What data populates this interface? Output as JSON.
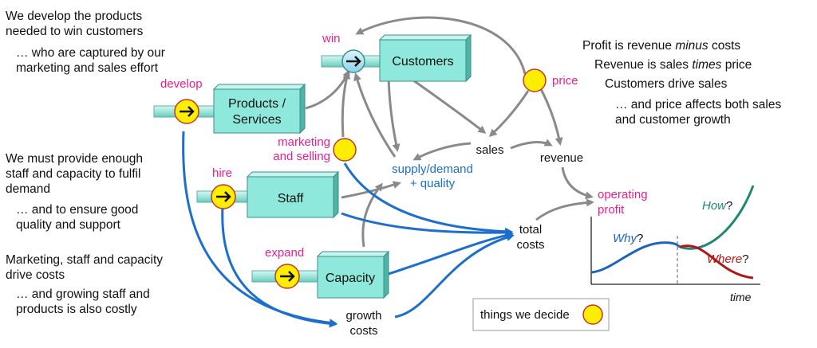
{
  "notes_left": {
    "n1": [
      "We develop the products",
      "needed to win customers"
    ],
    "n2": [
      "… who are captured by our",
      "marketing and sales effort"
    ],
    "n3": [
      "We must provide enough",
      "staff and capacity to fulfil",
      "demand"
    ],
    "n4": [
      "… and to ensure good",
      "quality and support"
    ],
    "n5": [
      "Marketing, staff and capacity",
      "drive costs"
    ],
    "n6": [
      "… and growing staff and",
      "products is also costly"
    ]
  },
  "notes_right": {
    "r1": {
      "pre": "Profit is revenue ",
      "em": "minus",
      "post": " costs"
    },
    "r2": {
      "pre": "Revenue is sales ",
      "em": "times",
      "post": " price"
    },
    "r3": {
      "pre": "Customers drive sales",
      "em": "",
      "post": ""
    },
    "r4": [
      "… and price affects both sales",
      "and customer growth"
    ]
  },
  "stocks": {
    "customers": [
      "Customers"
    ],
    "products": [
      "Products /",
      "Services"
    ],
    "staff": [
      "Staff"
    ],
    "capacity": [
      "Capacity"
    ]
  },
  "decisions": {
    "win": "win",
    "develop": "develop",
    "hire": "hire",
    "expand": "expand",
    "marketing": [
      "marketing",
      "and selling"
    ],
    "price": "price"
  },
  "variables": {
    "sales": "sales",
    "revenue": "revenue",
    "supply_demand": [
      "supply/demand",
      "+ quality"
    ],
    "operating_profit": [
      "operating",
      "profit"
    ],
    "total_costs": [
      "total",
      "costs"
    ],
    "growth_costs": [
      "growth",
      "costs"
    ]
  },
  "inset": {
    "why": "Why",
    "how": "How",
    "where": "Where",
    "q": "?",
    "time_label": "time"
  },
  "legend": {
    "label": "things we decide"
  },
  "colors": {
    "stock_fill": "#8fe8dc",
    "decision_fill": "#ffee00",
    "decision_stroke": "#c0392b",
    "pink": "#e8208f",
    "blue_flow": "#1c6fcc",
    "grey_link": "#8a8a8a",
    "why_line": "#1d64b8",
    "how_line": "#1b8878",
    "where_line": "#b01818"
  }
}
